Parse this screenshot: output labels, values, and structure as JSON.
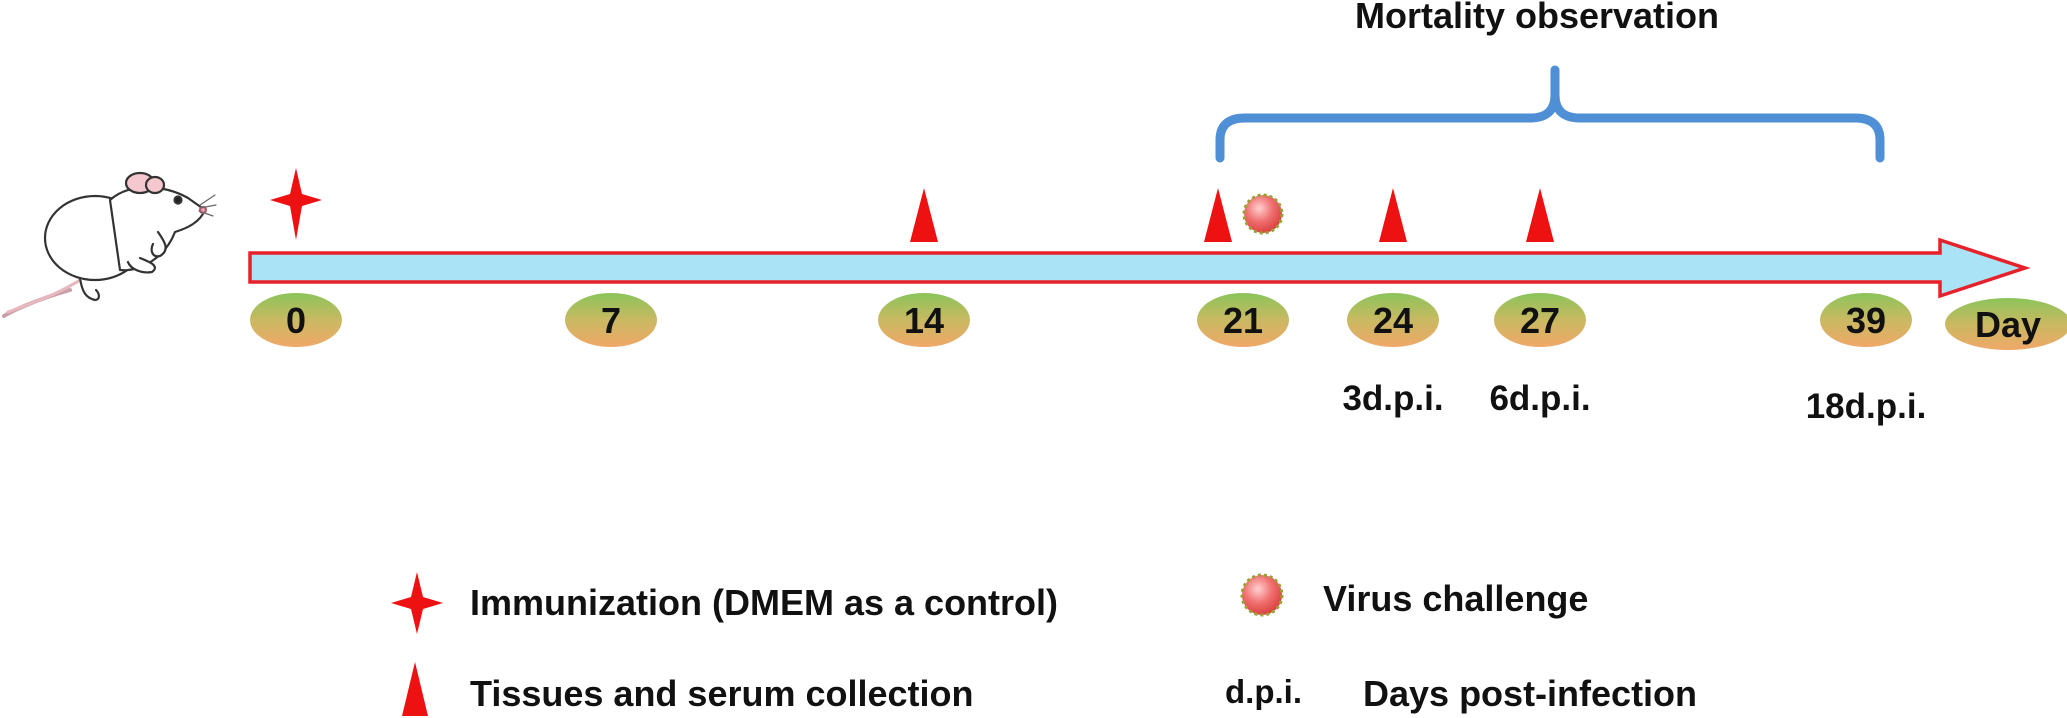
{
  "title": "Mortality observation",
  "axis_unit": "Day",
  "colors": {
    "arrow_fill": "#a9e3f5",
    "arrow_stroke": "#e8202a",
    "marker_red": "#ee1111",
    "brace_blue": "#4f8fd6",
    "pill_top": "#8cc45a",
    "pill_bottom": "#f0a868"
  },
  "timeline": [
    {
      "day": "0",
      "dpi": "",
      "markers": [
        "immunization"
      ]
    },
    {
      "day": "7",
      "dpi": "",
      "markers": []
    },
    {
      "day": "14",
      "dpi": "",
      "markers": [
        "collection"
      ]
    },
    {
      "day": "21",
      "dpi": "",
      "markers": [
        "collection",
        "virus"
      ]
    },
    {
      "day": "24",
      "dpi": "3d.p.i.",
      "markers": [
        "collection"
      ]
    },
    {
      "day": "27",
      "dpi": "6d.p.i.",
      "markers": [
        "collection"
      ]
    },
    {
      "day": "39",
      "dpi": "18d.p.i.",
      "markers": []
    }
  ],
  "observation_window": {
    "from_day": "21",
    "to_day": "39"
  },
  "legend": {
    "immunization": {
      "icon": "four-point-star-icon",
      "label": "Immunization (DMEM as a control)"
    },
    "virus": {
      "icon": "virus-particle-icon",
      "label": "Virus challenge"
    },
    "collection": {
      "icon": "red-triangle-icon",
      "label": "Tissues and serum collection"
    },
    "dpi": {
      "abbr": "d.p.i.",
      "label": "Days post-infection"
    }
  },
  "illustration": "mouse-icon"
}
